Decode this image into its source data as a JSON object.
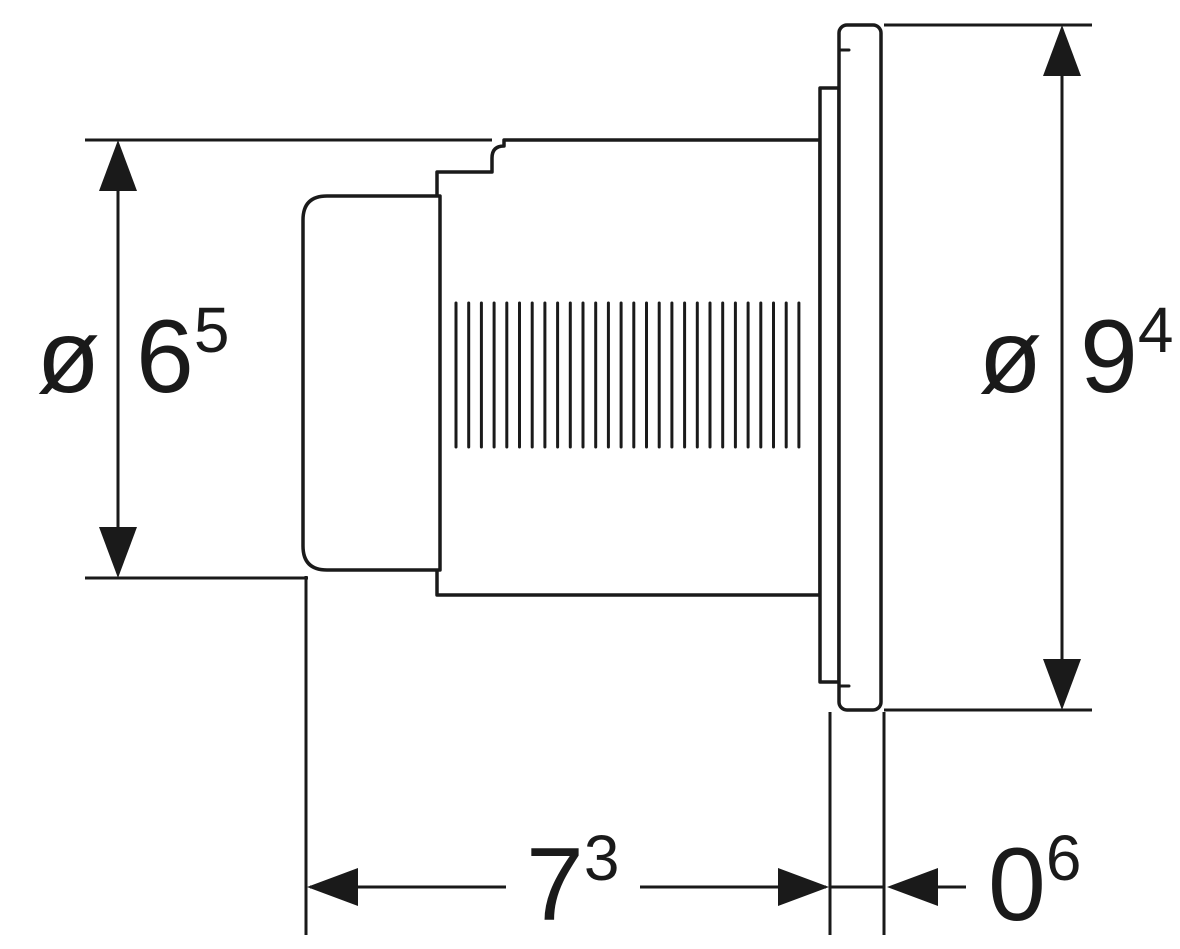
{
  "drawing": {
    "background": "#ffffff",
    "line_color": "#1a1a1a",
    "ribs": {
      "count": 28
    },
    "dimensions": {
      "left_diameter": {
        "prefix": "ø",
        "value": "6",
        "sup": "5"
      },
      "right_diameter": {
        "prefix": "ø",
        "value": "9",
        "sup": "4"
      },
      "depth": {
        "value": "7",
        "sup": "3"
      },
      "plate_thickness": {
        "value": "0",
        "sup": "6"
      }
    }
  }
}
